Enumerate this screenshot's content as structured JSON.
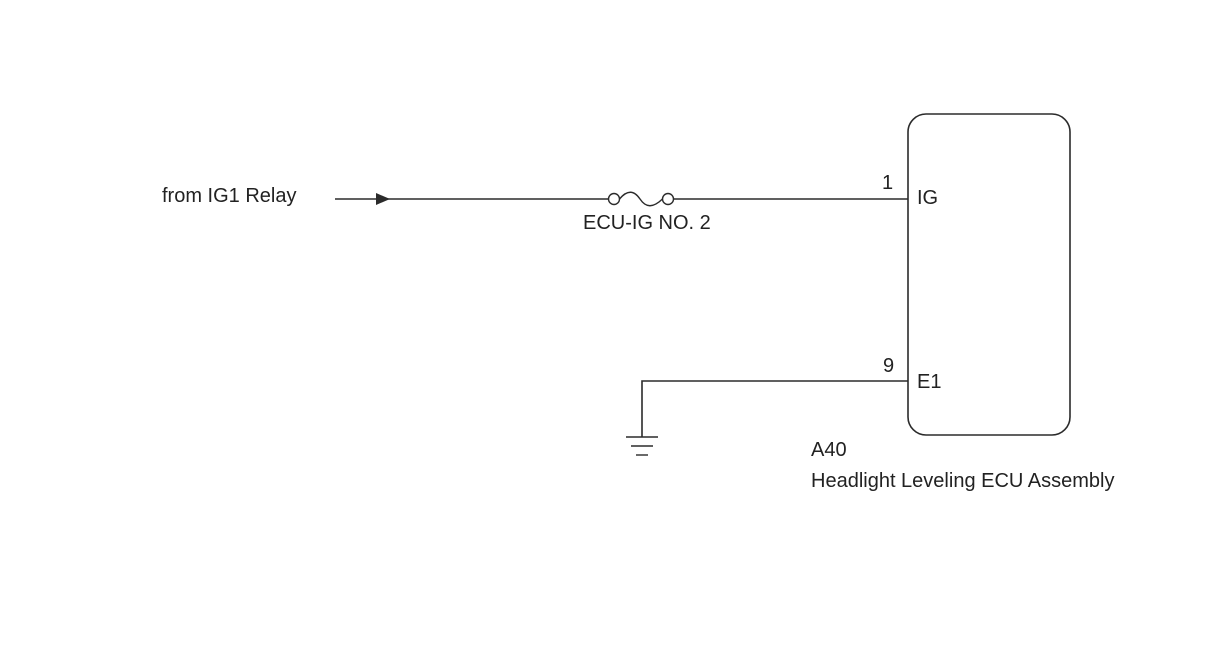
{
  "diagram": {
    "source_label": "from IG1 Relay",
    "fuse_label": "ECU-IG NO. 2",
    "component": {
      "code": "A40",
      "name": "Headlight Leveling ECU Assembly"
    },
    "pins": [
      {
        "number": "1",
        "name": "IG"
      },
      {
        "number": "9",
        "name": "E1"
      }
    ],
    "colors": {
      "line": "#2b2b2b",
      "text": "#222222",
      "background": "#ffffff"
    },
    "icons": {
      "fuse": "fuse-symbol",
      "ground": "ground-symbol",
      "arrow": "arrow-right"
    }
  }
}
